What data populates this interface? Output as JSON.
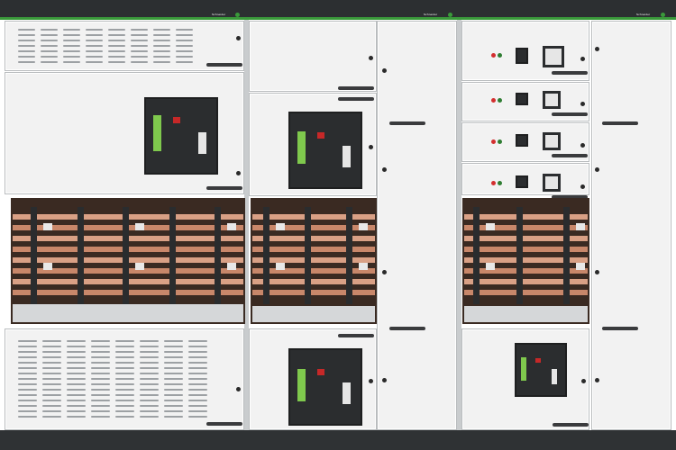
{
  "scene": {
    "description_colors": {
      "frame": "#2c2f31",
      "accent_green": "#3a9a3a",
      "door": "#f2f2f2",
      "copper": "#d9a085",
      "breaker": "#2b2d2f"
    }
  },
  "branding": {
    "label_1": "Schneider",
    "label_2": "Schneider",
    "label_3": "Schneider"
  }
}
